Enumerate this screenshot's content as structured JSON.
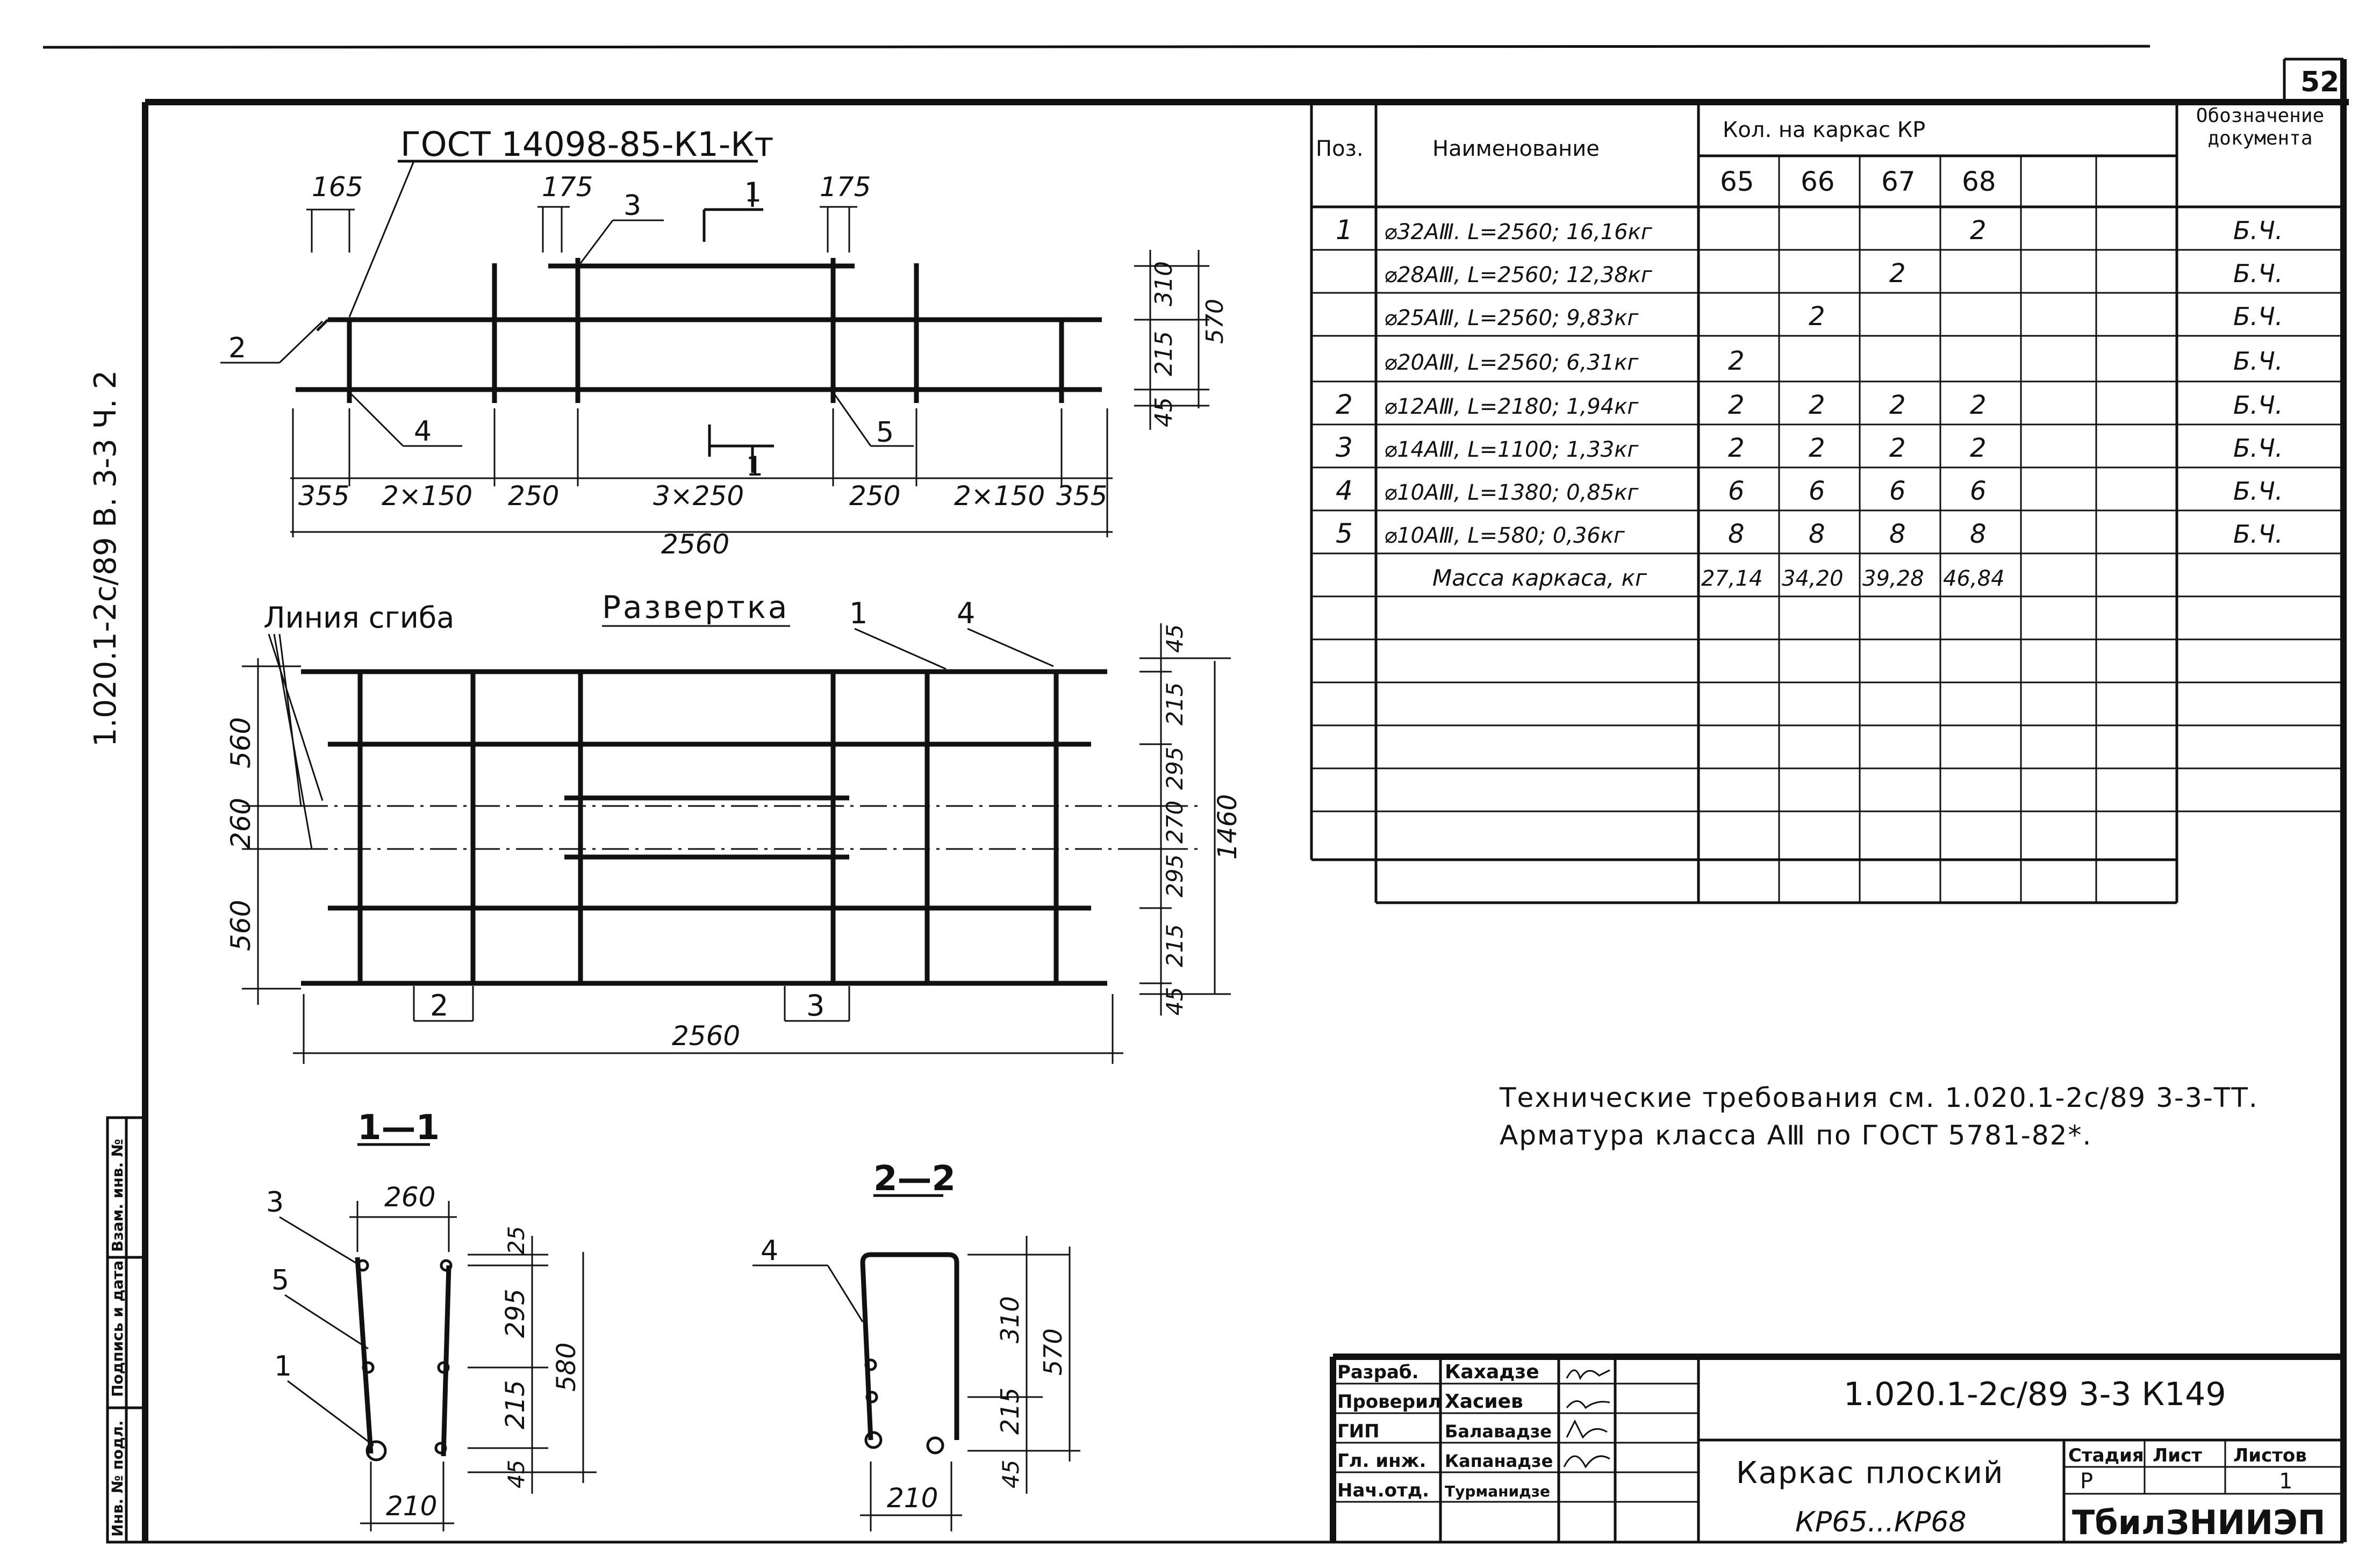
{
  "sheet_number": "52",
  "side_label": "1.020.1-2с/89 В. 3-3 Ч. 2",
  "side_stamp": [
    "Взам. инв. №",
    "Подпись и дата",
    "Инв. № подл."
  ],
  "main_drawing": {
    "gost_label": "ГОСТ 14098-85-К1-Кт",
    "top_dims": [
      "165",
      "175",
      "175"
    ],
    "section_mark": "1",
    "side_dims": [
      "310",
      "570",
      "215",
      "45"
    ],
    "bottom_dims": [
      "355",
      "2×150",
      "250",
      "3×250",
      "250",
      "2×150",
      "355"
    ],
    "total_length": "2560",
    "callouts": [
      "2",
      "3",
      "4",
      "5"
    ]
  },
  "unfold_drawing": {
    "fold_line_label": "Линия сгиба",
    "title": "Развертка",
    "callouts": [
      "1",
      "4",
      "2",
      "3"
    ],
    "left_dims": [
      "560",
      "260",
      "560"
    ],
    "right_dims": [
      "45",
      "215",
      "295",
      "270",
      "295",
      "215",
      "45"
    ],
    "overall_height": "1460",
    "total_length": "2560"
  },
  "section_1_1": {
    "title": "1—1",
    "callouts": [
      "3",
      "5",
      "1"
    ],
    "top_dim": "260",
    "bottom_dim": "210",
    "right_dims": [
      "25",
      "295",
      "215",
      "45"
    ],
    "overall": "580"
  },
  "section_2_2": {
    "title": "2—2",
    "callout": "4",
    "right_dims": [
      "310",
      "215",
      "45"
    ],
    "overall": "570",
    "bottom_dim": "210"
  },
  "spec_table": {
    "headers": {
      "pos": "Поз.",
      "name": "Наименование",
      "qty": "Кол. на каркас КР",
      "doc": "Обозначение документа"
    },
    "frame_numbers": [
      "65",
      "66",
      "67",
      "68",
      "",
      ""
    ],
    "rows": [
      {
        "pos": "1",
        "name": "⌀32АⅢ. L=2560; 16,16кг",
        "q": [
          "",
          "",
          "",
          "2",
          "",
          ""
        ],
        "doc": "Б.Ч."
      },
      {
        "pos": "",
        "name": "⌀28АⅢ, L=2560; 12,38кг",
        "q": [
          "",
          "",
          "2",
          "",
          "",
          ""
        ],
        "doc": "Б.Ч."
      },
      {
        "pos": "",
        "name": "⌀25АⅢ, L=2560; 9,83кг",
        "q": [
          "",
          "2",
          "",
          "",
          "",
          ""
        ],
        "doc": "Б.Ч."
      },
      {
        "pos": "",
        "name": "⌀20АⅢ, L=2560; 6,31кг",
        "q": [
          "2",
          "",
          "",
          "",
          "",
          ""
        ],
        "doc": "Б.Ч."
      },
      {
        "pos": "2",
        "name": "⌀12АⅢ, L=2180; 1,94кг",
        "q": [
          "2",
          "2",
          "2",
          "2",
          "",
          ""
        ],
        "doc": "Б.Ч."
      },
      {
        "pos": "3",
        "name": "⌀14АⅢ, L=1100; 1,33кг",
        "q": [
          "2",
          "2",
          "2",
          "2",
          "",
          ""
        ],
        "doc": "Б.Ч."
      },
      {
        "pos": "4",
        "name": "⌀10АⅢ, L=1380; 0,85кг",
        "q": [
          "6",
          "6",
          "6",
          "6",
          "",
          ""
        ],
        "doc": "Б.Ч."
      },
      {
        "pos": "5",
        "name": "⌀10АⅢ, L=580; 0,36кг",
        "q": [
          "8",
          "8",
          "8",
          "8",
          "",
          ""
        ],
        "doc": "Б.Ч."
      },
      {
        "pos": "",
        "name": "Масса каркаса, кг",
        "q": [
          "27,14",
          "34,20",
          "39,28",
          "46,84",
          "",
          ""
        ],
        "doc": ""
      }
    ],
    "empty_rows": 7
  },
  "notes": [
    "Технические требования см. 1.020.1-2с/89 3-3-ТТ.",
    "Арматура класса АⅢ по ГОСТ 5781-82*."
  ],
  "title_block": {
    "roles": [
      "Разраб.",
      "Проверил",
      "ГИП",
      "Гл. инж.",
      "Нач.отд."
    ],
    "people": [
      "Кахадзе",
      "Хасиев",
      "Балавадзе",
      "Капанадзе",
      "Турманидзе"
    ],
    "designation": "1.020.1-2с/89 3-3 К149",
    "title_line1": "Каркас плоский",
    "title_line2": "КР65...КР68",
    "stage_label": "Стадия",
    "sheet_label": "Лист",
    "sheets_label": "Листов",
    "stage": "Р",
    "sheet": "",
    "sheets": "1",
    "organization": "ТбилЗНИИЭП"
  }
}
